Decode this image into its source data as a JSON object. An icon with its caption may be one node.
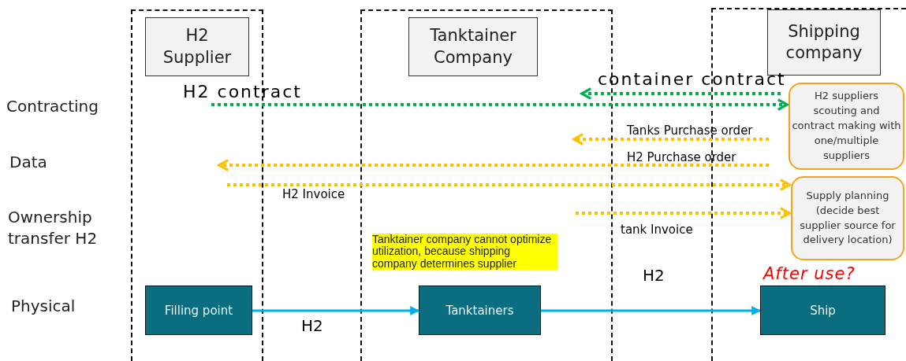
{
  "diagram": {
    "nodes": [
      {
        "text": [
          "H2 Supplier"
        ]
      },
      {
        "text": [
          "Tanktainer Company"
        ]
      },
      {
        "text": [
          "Shipping company"
        ]
      },
      {
        "text": [
          "H2 suppliers scouting and contract making with one/multiple suppliers"
        ]
      },
      {
        "text": [
          "Supply planning (decide best supplier source for delivery location)"
        ]
      },
      {
        "text": [
          "Filling point"
        ]
      },
      {
        "text": [
          "Tanktainers"
        ]
      },
      {
        "text": [
          "Ship"
        ]
      }
    ],
    "edges": [
      {
        "from": null,
        "to": 3,
        "arrow": "to",
        "label": "H2 contract",
        "style": "dashed",
        "color": "#00b050"
      },
      {
        "from": 3,
        "to": null,
        "arrow": "to",
        "label": "container contract",
        "style": "dashed",
        "color": "#00b050"
      },
      {
        "from": 3,
        "to": null,
        "arrow": "to",
        "label": "Tanks Purchase order",
        "style": "dashed",
        "color": "#ffc000"
      },
      {
        "from": 3,
        "to": null,
        "arrow": "to",
        "label": "H2 Purchase order",
        "style": "dashed",
        "color": "#ffc000"
      },
      {
        "from": null,
        "to": 4,
        "arrow": "to",
        "label": "H2 Invoice",
        "style": "dashed",
        "color": "#ffc000"
      },
      {
        "from": null,
        "to": 4,
        "arrow": "to",
        "label": "tank Invoice",
        "style": "dashed",
        "color": "#ffc000"
      },
      {
        "from": 5,
        "to": 6,
        "arrow": "to",
        "label": "H2",
        "color": "#00b0f0"
      },
      {
        "from": 6,
        "to": 7,
        "arrow": "to",
        "label": "H2",
        "color": "#00b0f0"
      }
    ],
    "labels": [
      "Contracting",
      "Data",
      "Ownership transfer H2",
      "Physical",
      "Tanktainer company cannot optimize utilization, because shipping company determines supplier",
      "After use?"
    ]
  }
}
